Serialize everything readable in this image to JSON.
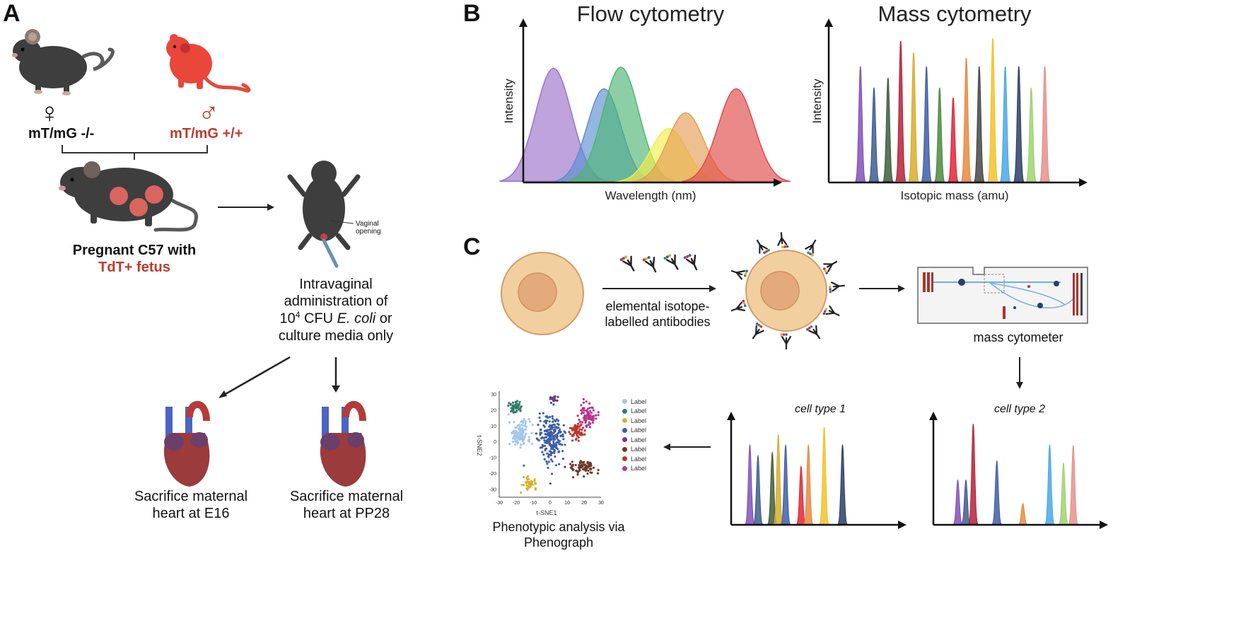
{
  "panels": {
    "a": "A",
    "b": "B",
    "c": "C"
  },
  "panel_a": {
    "female_symbol": "♀",
    "male_symbol": "♂",
    "female_label": "mT/mG -/-",
    "male_label": "mT/mG +/+",
    "pregnant_line1": "Pregnant C57 with",
    "pregnant_line2": "TdT+ fetus",
    "vaginal_label_line1": "Vaginal",
    "vaginal_label_line2": "opening",
    "admin_line1": "Intravaginal",
    "admin_line2": "administration of",
    "admin_line3_num": "10",
    "admin_line3_sup": "4",
    "admin_line3_cfu": " CFU ",
    "admin_line3_ecoli": "E. coli",
    "admin_line3_or": " or",
    "admin_line4": "culture media only",
    "sac1_line1": "Sacrifice maternal",
    "sac1_line2": "heart at E16",
    "sac2_line1": "Sacrifice maternal",
    "sac2_line2": "heart at PP28",
    "colors": {
      "mouse_dark": "#3e3e3e",
      "mouse_red": "#e8473a",
      "fetus": "#d9655e"
    }
  },
  "chart_data": [
    {
      "type": "area",
      "title": "Flow cytometry",
      "xlabel": "Wavelength (nm)",
      "ylabel": "Intensity",
      "series": [
        {
          "center": 0.12,
          "height": 0.95,
          "width": 0.075,
          "color": "#9b72c9"
        },
        {
          "center": 0.33,
          "height": 0.78,
          "width": 0.07,
          "color": "#5b8fd1"
        },
        {
          "center": 0.4,
          "height": 0.96,
          "width": 0.075,
          "color": "#4fb573"
        },
        {
          "center": 0.6,
          "height": 0.45,
          "width": 0.075,
          "color": "#f4ee4a"
        },
        {
          "center": 0.67,
          "height": 0.58,
          "width": 0.075,
          "color": "#e59c54"
        },
        {
          "center": 0.88,
          "height": 0.78,
          "width": 0.075,
          "color": "#e14a4a"
        }
      ]
    },
    {
      "type": "area",
      "title": "Mass cytometry",
      "xlabel": "Isotopic mass (amu)",
      "ylabel": "Intensity",
      "series": [
        {
          "center": 0.14,
          "height": 0.82,
          "color": "#8152b8"
        },
        {
          "center": 0.2,
          "height": 0.67,
          "color": "#3f5d8f"
        },
        {
          "center": 0.262,
          "height": 0.74,
          "color": "#3f5e3c"
        },
        {
          "center": 0.318,
          "height": 1.0,
          "color": "#b5233a"
        },
        {
          "center": 0.375,
          "height": 0.92,
          "color": "#d9ad2b"
        },
        {
          "center": 0.432,
          "height": 0.82,
          "color": "#3f5ea8"
        },
        {
          "center": 0.49,
          "height": 0.67,
          "color": "#4c8a40"
        },
        {
          "center": 0.55,
          "height": 0.6,
          "color": "#e0263a"
        },
        {
          "center": 0.608,
          "height": 0.88,
          "color": "#e88a40"
        },
        {
          "center": 0.665,
          "height": 0.82,
          "color": "#474747"
        },
        {
          "center": 0.725,
          "height": 1.02,
          "color": "#f2c22b"
        },
        {
          "center": 0.78,
          "height": 0.82,
          "color": "#4aa8e6"
        },
        {
          "center": 0.84,
          "height": 0.82,
          "color": "#2b3f6a"
        },
        {
          "center": 0.895,
          "height": 0.67,
          "color": "#9fd36c"
        },
        {
          "center": 0.955,
          "height": 0.82,
          "color": "#e6908c"
        }
      ]
    },
    {
      "type": "area",
      "title": "cell type 1",
      "series": [
        {
          "center": 0.115,
          "height": 0.75,
          "color": "#8152b8"
        },
        {
          "center": 0.165,
          "height": 0.65,
          "color": "#3f5d8f"
        },
        {
          "center": 0.253,
          "height": 0.68,
          "color": "#3f5e3c"
        },
        {
          "center": 0.29,
          "height": 0.85,
          "color": "#d9ad2b"
        },
        {
          "center": 0.335,
          "height": 0.75,
          "color": "#3f5ea8"
        },
        {
          "center": 0.43,
          "height": 0.55,
          "color": "#e0263a"
        },
        {
          "center": 0.475,
          "height": 0.75,
          "color": "#e88a40"
        },
        {
          "center": 0.572,
          "height": 0.92,
          "color": "#f2c22b"
        },
        {
          "center": 0.685,
          "height": 0.75,
          "color": "#2b3f6a"
        }
      ]
    },
    {
      "type": "area",
      "title": "cell type 2",
      "series": [
        {
          "center": 0.15,
          "height": 0.42,
          "color": "#8152b8"
        },
        {
          "center": 0.2,
          "height": 0.42,
          "color": "#3f5d8f"
        },
        {
          "center": 0.245,
          "height": 0.95,
          "color": "#b5233a"
        },
        {
          "center": 0.39,
          "height": 0.6,
          "color": "#3f5ea8"
        },
        {
          "center": 0.55,
          "height": 0.2,
          "color": "#e88a40"
        },
        {
          "center": 0.715,
          "height": 0.75,
          "color": "#4aa8e6"
        },
        {
          "center": 0.8,
          "height": 0.58,
          "color": "#9fd36c"
        },
        {
          "center": 0.86,
          "height": 0.75,
          "color": "#e6908c"
        }
      ]
    },
    {
      "type": "scatter",
      "xlabel": "t-SNE1",
      "ylabel": "t-SNE2",
      "xlim": [
        -30,
        30
      ],
      "ylim": [
        -35,
        32
      ],
      "xticks": [
        "-30",
        "-20",
        "-10",
        "0",
        "10",
        "20",
        "30"
      ],
      "yticks": [
        "30",
        "20",
        "10",
        "0",
        "-10",
        "-20",
        "-30"
      ],
      "legend": [
        "Label",
        "Label",
        "Label",
        "Label",
        "Label",
        "Label",
        "Label",
        "Label"
      ],
      "legend_position": "right",
      "clusters": [
        {
          "cx": -18,
          "cy": 5,
          "sx": 4.5,
          "sy": 6,
          "n": 130,
          "color": "#a4c8ea"
        },
        {
          "cx": -20,
          "cy": 22,
          "sx": 3,
          "sy": 3,
          "n": 45,
          "color": "#2f7d68"
        },
        {
          "cx": -12,
          "cy": -26,
          "sx": 2.8,
          "sy": 2.5,
          "n": 45,
          "color": "#d8b229"
        },
        {
          "cx": 1,
          "cy": 2,
          "sx": 5.5,
          "sy": 10,
          "n": 230,
          "color": "#3c5ea8"
        },
        {
          "cx": 2,
          "cy": 27,
          "sx": 2,
          "sy": 1.6,
          "n": 25,
          "color": "#6a3d8f"
        },
        {
          "cx": 19,
          "cy": -16,
          "sx": 6,
          "sy": 3.5,
          "n": 80,
          "color": "#6b3a2a"
        },
        {
          "cx": 16,
          "cy": 7,
          "sx": 2.8,
          "sy": 4,
          "n": 60,
          "color": "#b8382f"
        },
        {
          "cx": 22,
          "cy": 17,
          "sx": 3.5,
          "sy": 5,
          "n": 80,
          "color": "#b7338f"
        }
      ]
    }
  ],
  "panel_c": {
    "antibody_label_line1": "elemental isotope-",
    "antibody_label_line2": "labelled antibodies",
    "cytometer_label": "mass cytometer",
    "pheno_line1": "Phenotypic analysis via",
    "pheno_line2": "Phenograph",
    "cell_colors": {
      "outer": "#f2cf9e",
      "inner": "#e3ab7c",
      "outline": "#d49b6a"
    }
  }
}
